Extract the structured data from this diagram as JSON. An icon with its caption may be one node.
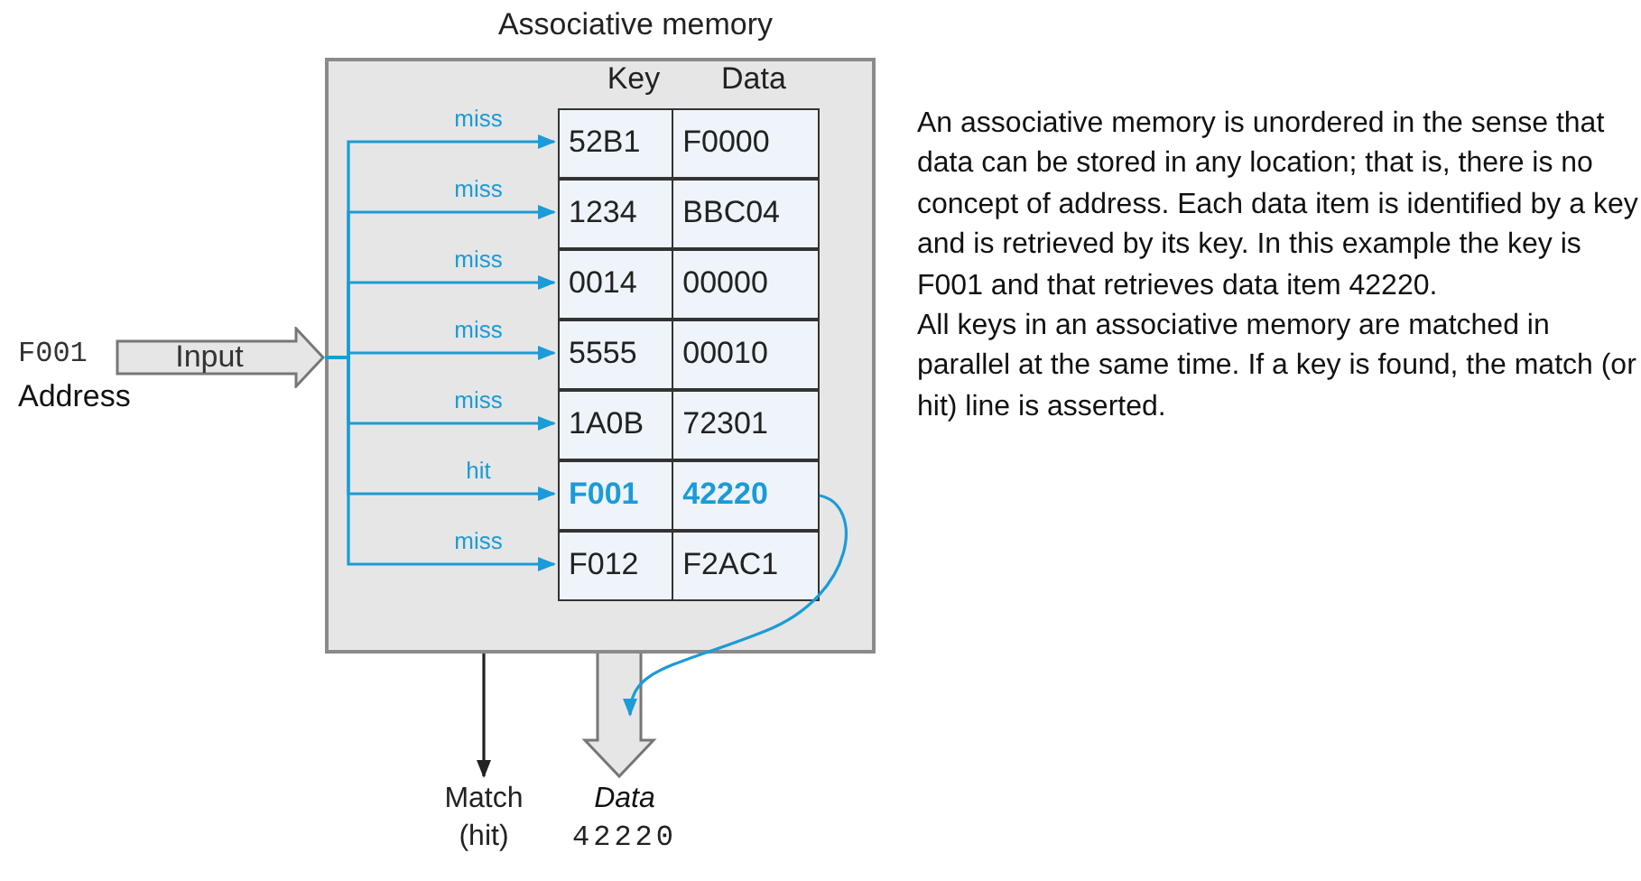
{
  "diagram": {
    "nodes": [
      {
        "text": [
          "Associative memory"
        ]
      },
      {
        "text": [
          "Input"
        ],
        "beside": [
          "F001",
          "Address"
        ]
      },
      {
        "text": [
          "52B1",
          "F0000"
        ],
        "in": 0
      },
      {
        "text": [
          "1234",
          "BBC04"
        ],
        "in": 0
      },
      {
        "text": [
          "0014",
          "00000"
        ],
        "in": 0
      },
      {
        "text": [
          "5555",
          "00010"
        ],
        "in": 0
      },
      {
        "text": [
          "1A0B",
          "72301"
        ],
        "in": 0
      },
      {
        "text": [
          "F001",
          "42220"
        ],
        "in": 0
      },
      {
        "text": [
          "F012",
          "F2AC1"
        ],
        "in": 0
      },
      {
        "text": [
          "Match (hit)"
        ]
      },
      {
        "text": [
          "Data",
          "42220"
        ]
      }
    ],
    "edges": [
      {
        "from": 1,
        "to": 2,
        "arrow": "to",
        "label": "miss"
      },
      {
        "from": 1,
        "to": 3,
        "arrow": "to",
        "label": "miss"
      },
      {
        "from": 1,
        "to": 4,
        "arrow": "to",
        "label": "miss"
      },
      {
        "from": 1,
        "to": 5,
        "arrow": "to",
        "label": "miss"
      },
      {
        "from": 1,
        "to": 6,
        "arrow": "to",
        "label": "miss"
      },
      {
        "from": 1,
        "to": 7,
        "arrow": "to",
        "label": "hit"
      },
      {
        "from": 1,
        "to": 8,
        "arrow": "to",
        "label": "miss"
      },
      {
        "from": 0,
        "to": 9,
        "arrow": "to",
        "color": "#222222"
      },
      {
        "from": 0,
        "to": 10,
        "arrow": "to",
        "style": "thick",
        "color": "#777777"
      },
      {
        "from": 7,
        "to": 10,
        "arrow": "to"
      }
    ],
    "labels": [
      "Key",
      "Data",
      "An associative memory is unordered in the sense that data can be stored in any location; that is, there is no concept of address. Each data item is identified by a key and is retrieved by its key. In this example the key is F001 and that retrieves data item 42220.",
      "All keys in an associative memory are matched in parallel at the same time. If a key is found, the match (or hit) line is asserted."
    ]
  }
}
